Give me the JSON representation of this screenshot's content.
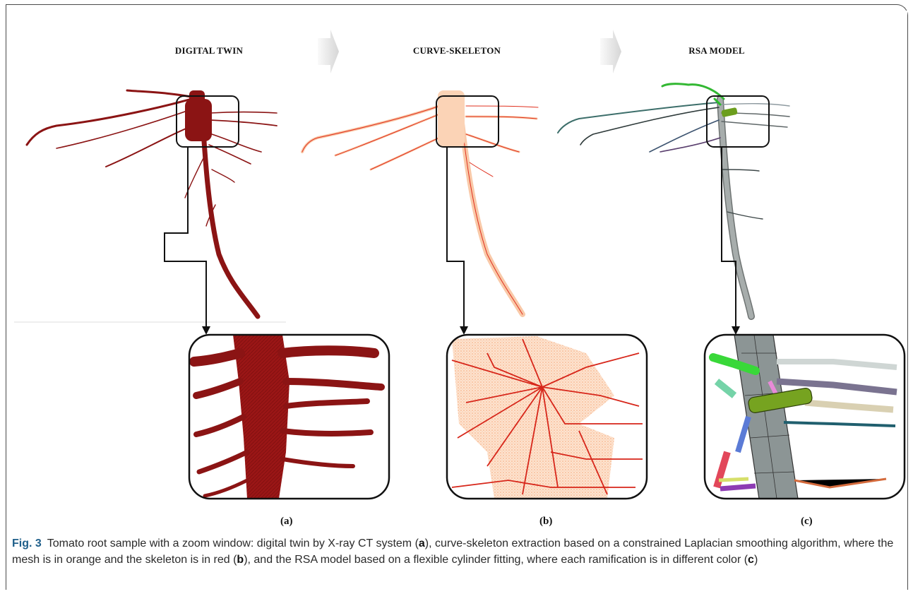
{
  "figure": {
    "panel_titles": [
      "DIGITAL TWIN",
      "CURVE-SKELETON",
      "RSA MODEL"
    ],
    "panel_labels": [
      "(a)",
      "(b)",
      "(c)"
    ]
  },
  "caption": {
    "label": "Fig. 3",
    "part1": "Tomato root sample with a zoom window: digital twin by X-ray CT system (",
    "a": "a",
    "part2": "), curve-skeleton extraction based on a constrained Laplacian smoothing algorithm, where the mesh is in orange and the skeleton is in red (",
    "b": "b",
    "part3": "), and the RSA model based on a flexible cylinder fitting, where each ramification is in different color (",
    "c": "c",
    "part4": ")"
  },
  "colors": {
    "digital_twin": "#8b1414",
    "mesh_orange": "#f7b98e",
    "skeleton_red": "#e0301e",
    "rsa_gray": "#8a9190",
    "caption_label": "#1f5f8a"
  }
}
